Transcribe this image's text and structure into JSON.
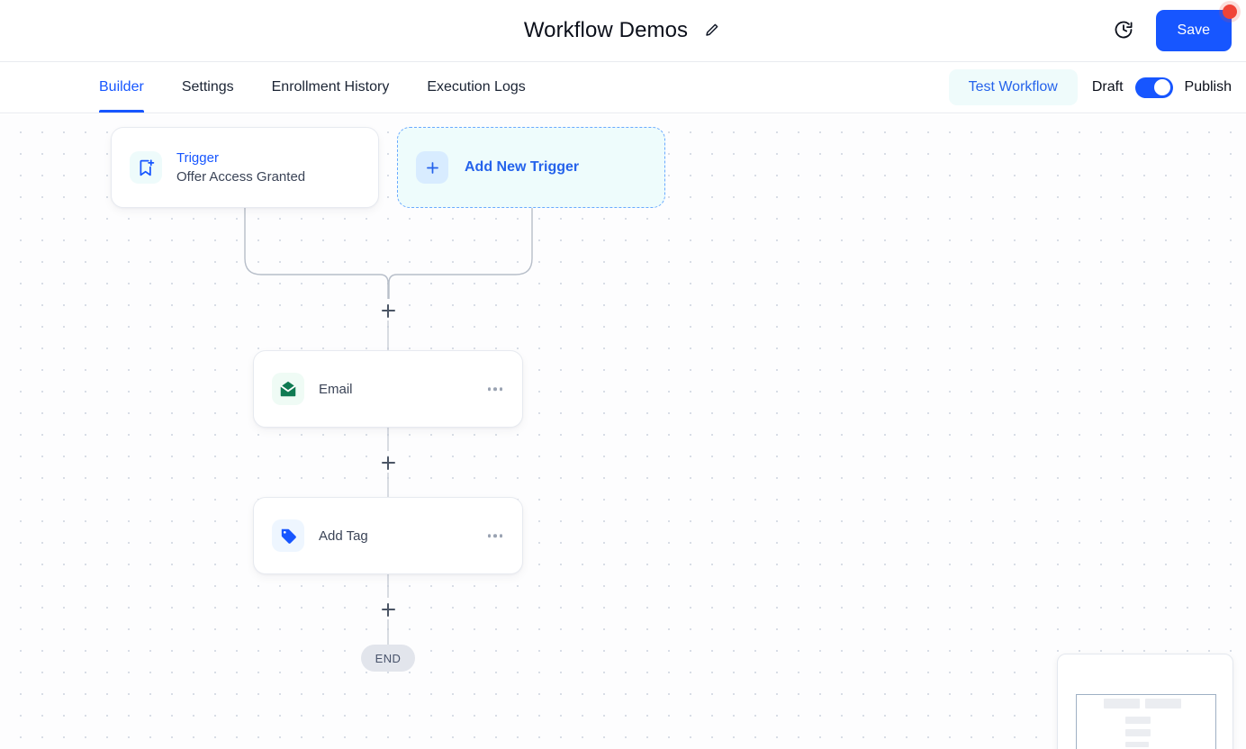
{
  "header": {
    "title": "Workflow Demos",
    "edit_icon": "pencil-icon",
    "history_icon": "clock-history-icon",
    "save_label": "Save",
    "save_has_notification": true,
    "accent_color": "#1756ff",
    "notification_color": "#f04438"
  },
  "tabbar": {
    "tabs": [
      {
        "label": "Builder",
        "active": true
      },
      {
        "label": "Settings",
        "active": false
      },
      {
        "label": "Enrollment History",
        "active": false
      },
      {
        "label": "Execution Logs",
        "active": false
      }
    ],
    "test_workflow_label": "Test Workflow",
    "draft_label": "Draft",
    "publish_label": "Publish",
    "toggle_on": true
  },
  "canvas": {
    "nodes": [
      {
        "id": "trigger",
        "icon": "bookmark-plus-icon",
        "kicker": "Trigger",
        "subtitle": "Offer Access Granted",
        "icon_color": "#1756ff",
        "icon_bg": "#eefbfb"
      },
      {
        "id": "add-trigger",
        "icon": "plus-icon",
        "label": "Add New Trigger",
        "icon_color": "#2563eb",
        "icon_bg": "#d8ecff"
      },
      {
        "id": "email",
        "icon": "envelope-icon",
        "label": "Email",
        "icon_color": "#0f7a52",
        "icon_bg": "#effbf5",
        "menu_icon": "more-horizontal-icon"
      },
      {
        "id": "add-tag",
        "icon": "tag-icon",
        "label": "Add Tag",
        "icon_color": "#1756ff",
        "icon_bg": "#eef6ff",
        "menu_icon": "more-horizontal-icon"
      }
    ],
    "add_step_label": "+",
    "end_label": "END"
  },
  "minimap": {
    "name": "canvas-minimap"
  }
}
